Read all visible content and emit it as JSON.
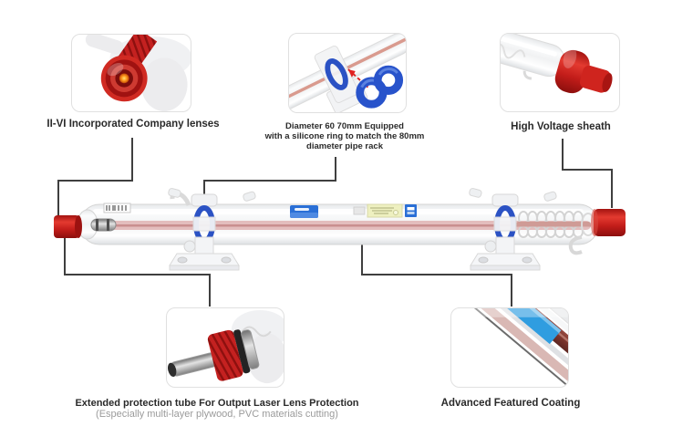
{
  "diagram_title": "CO2 laser tube feature callout diagram",
  "callouts": {
    "lens": {
      "label": "II-VI Incorporated Company lenses"
    },
    "silicone": {
      "line1": "Diameter 60 70mm Equipped",
      "line2": "with a silicone ring to match the 80mm",
      "line3": "diameter pipe rack"
    },
    "hv_sheath": {
      "label": "High Voltage sheath"
    },
    "protection_tube": {
      "label": "Extended protection tube For Output Laser Lens Protection",
      "sublabel": "(Especially multi-layer plywood, PVC materials cutting)"
    },
    "coating": {
      "label": "Advanced Featured Coating"
    }
  },
  "colors": {
    "cap_red": "#c8201d",
    "silicone_blue": "#2b52c4",
    "sticker_blue": "#2a6fd6",
    "sticker_yellow": "#eef0c0",
    "connector_line": "#3f3f3f",
    "label_text": "#2a2a2a",
    "sublabel_text": "#9b9b9b",
    "card_border": "#e0e0e0"
  }
}
